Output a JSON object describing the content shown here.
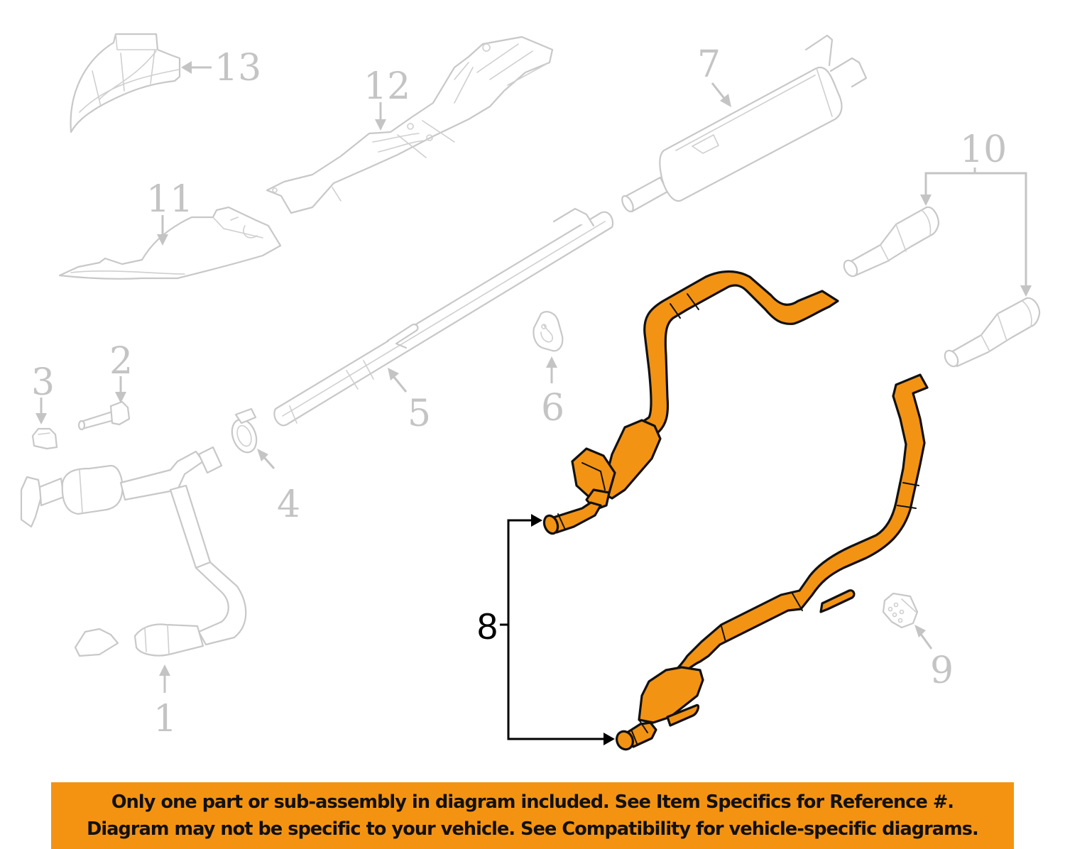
{
  "diagram": {
    "title": "Exhaust system parts diagram",
    "highlight_color": "#f39314",
    "ghost_color": "#c8c8c8",
    "callouts": [
      {
        "id": "1",
        "label": "1",
        "part": "Front catalytic converter / Y-pipe"
      },
      {
        "id": "2",
        "label": "2",
        "part": "Bolt"
      },
      {
        "id": "3",
        "label": "3",
        "part": "Nut"
      },
      {
        "id": "4",
        "label": "4",
        "part": "Clamp"
      },
      {
        "id": "5",
        "label": "5",
        "part": "Intermediate pipe"
      },
      {
        "id": "6",
        "label": "6",
        "part": "Hanger insulator"
      },
      {
        "id": "7",
        "label": "7",
        "part": "Muffler"
      },
      {
        "id": "8",
        "label": "8",
        "part": "Catalytic converter with pipe (highlighted)",
        "highlighted": true
      },
      {
        "id": "9",
        "label": "9",
        "part": "Insulator"
      },
      {
        "id": "10",
        "label": "10",
        "part": "Oxygen sensors"
      },
      {
        "id": "11",
        "label": "11",
        "part": "Heat shield"
      },
      {
        "id": "12",
        "label": "12",
        "part": "Heat shield"
      },
      {
        "id": "13",
        "label": "13",
        "part": "Heat shield"
      }
    ]
  },
  "disclaimer": {
    "line1": "Only one part or sub-assembly in diagram included. See Item Specifics for Reference #.",
    "line2": "Diagram may not be specific to your vehicle. See Compatibility for vehicle-specific diagrams.",
    "background": "#f49312"
  }
}
